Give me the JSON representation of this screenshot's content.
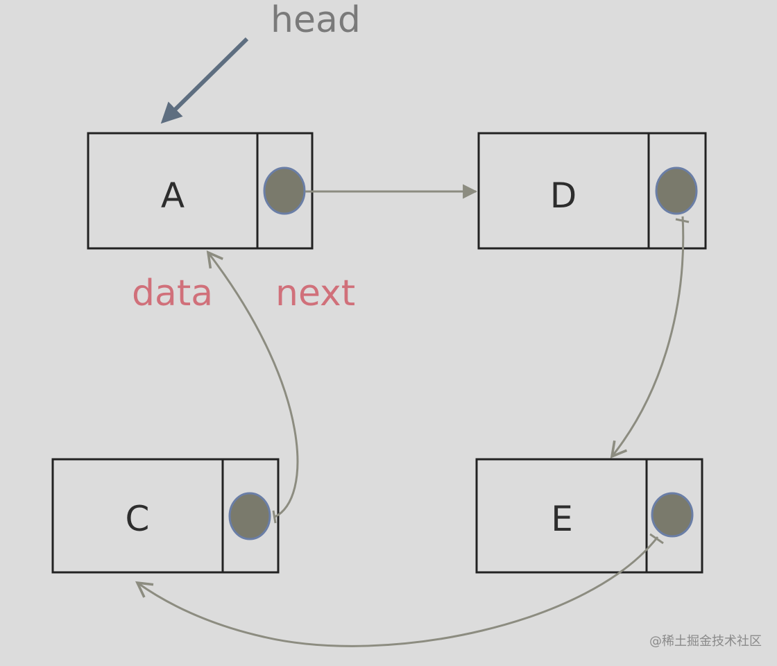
{
  "head_label": "head",
  "field_labels": {
    "data": "data",
    "next": "next"
  },
  "nodes": {
    "A": "A",
    "D": "D",
    "C": "C",
    "E": "E"
  },
  "watermark": "@稀土掘金技术社区",
  "colors": {
    "background": "#dcdcdc",
    "box_stroke": "#222222",
    "pointer_fill": "#7a7a6c",
    "pointer_stroke": "#6a7ea6",
    "link_arrow": "#8c8c80",
    "head_arrow": "#5e6e80",
    "head_text": "#7a7a7a",
    "field_text": "#d0707a"
  }
}
